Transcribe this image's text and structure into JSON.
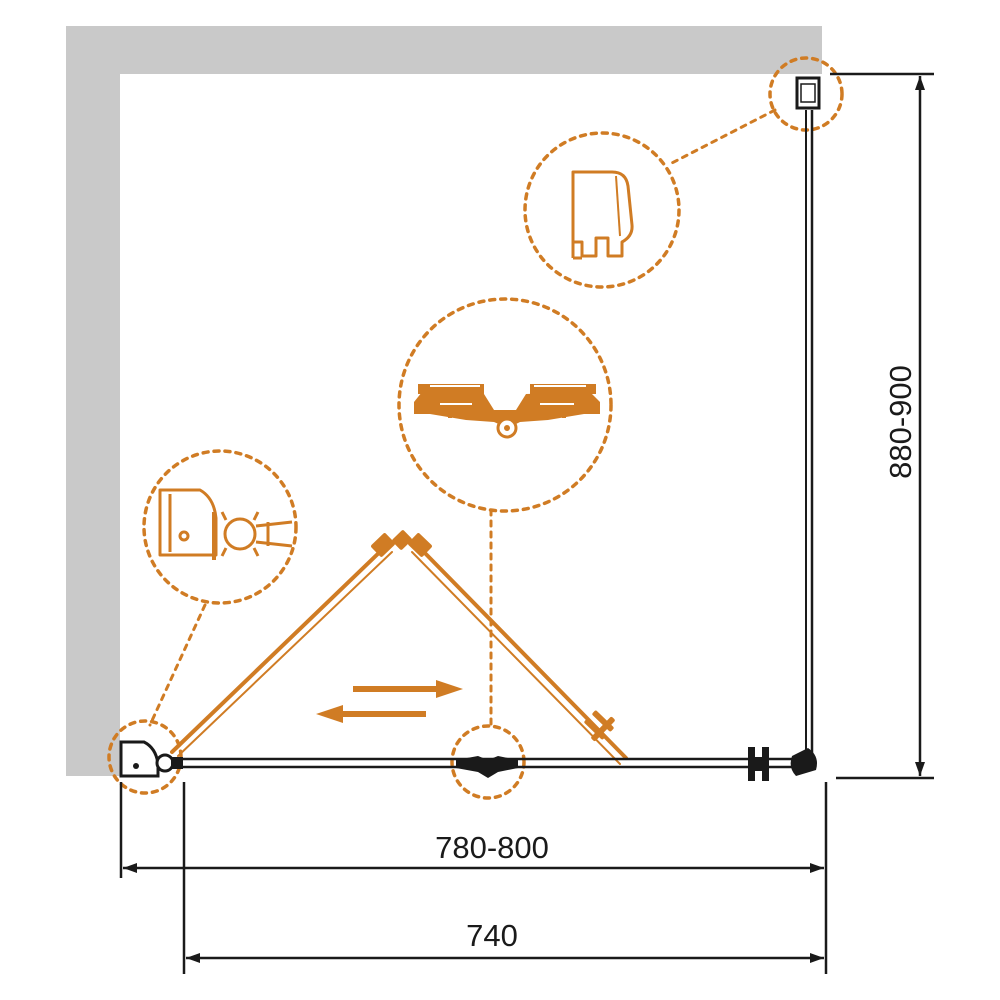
{
  "dimensions": {
    "width_range": "780-800",
    "depth_range": "880-900",
    "door_width": "740"
  },
  "colors": {
    "wall": "#c9c9c9",
    "accent": "#d07c24",
    "frame": "#1a1a1a",
    "background": "#ffffff"
  },
  "icons": [
    "wall-profile-detail-icon",
    "hinge-detail-icon",
    "door-connector-detail-icon",
    "double-arrow-icon"
  ]
}
